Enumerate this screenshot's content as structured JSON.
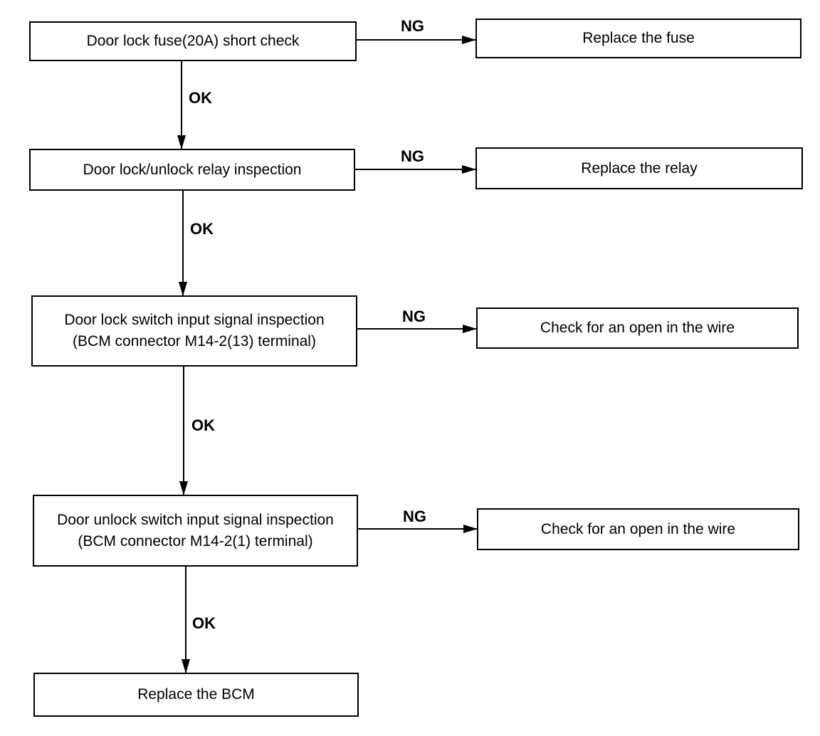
{
  "flowchart": {
    "steps": [
      {
        "lines": [
          "Door lock fuse(20A) short check"
        ],
        "result": "Replace the fuse"
      },
      {
        "lines": [
          "Door lock/unlock relay inspection"
        ],
        "result": "Replace the relay"
      },
      {
        "lines": [
          "Door lock switch input signal inspection",
          "(BCM connector M14-2(13) terminal)"
        ],
        "result": "Check for an open in the wire"
      },
      {
        "lines": [
          "Door unlock switch input signal inspection",
          "(BCM connector M14-2(1) terminal)"
        ],
        "result": "Check for an open in the wire"
      }
    ],
    "final": "Replace the BCM",
    "ng_label": "NG",
    "ok_label": "OK"
  }
}
